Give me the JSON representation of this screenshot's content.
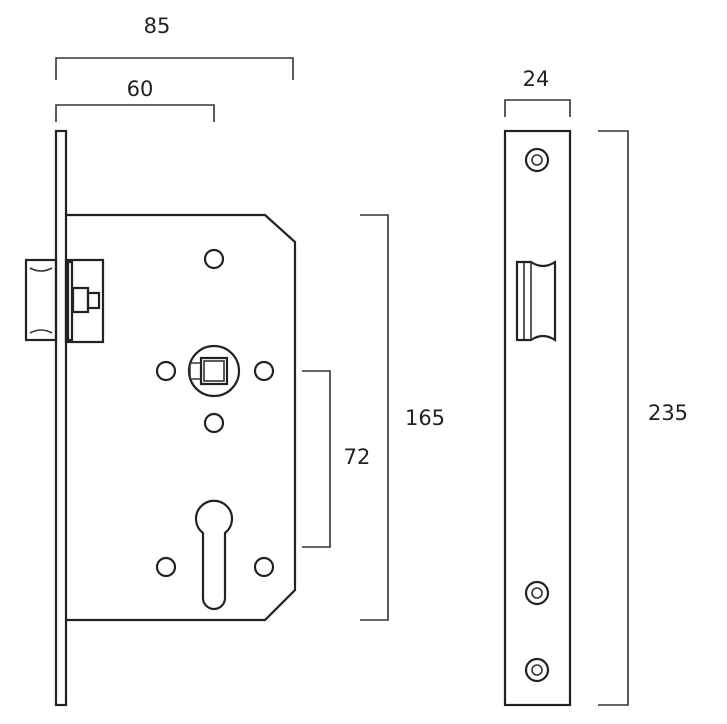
{
  "dimensions": {
    "lock_depth": "85",
    "backset": "60",
    "body_height": "165",
    "centre_distance": "72",
    "strike_width": "24",
    "strike_height": "235"
  },
  "colors": {
    "line": "#222222",
    "background": "#ffffff"
  }
}
